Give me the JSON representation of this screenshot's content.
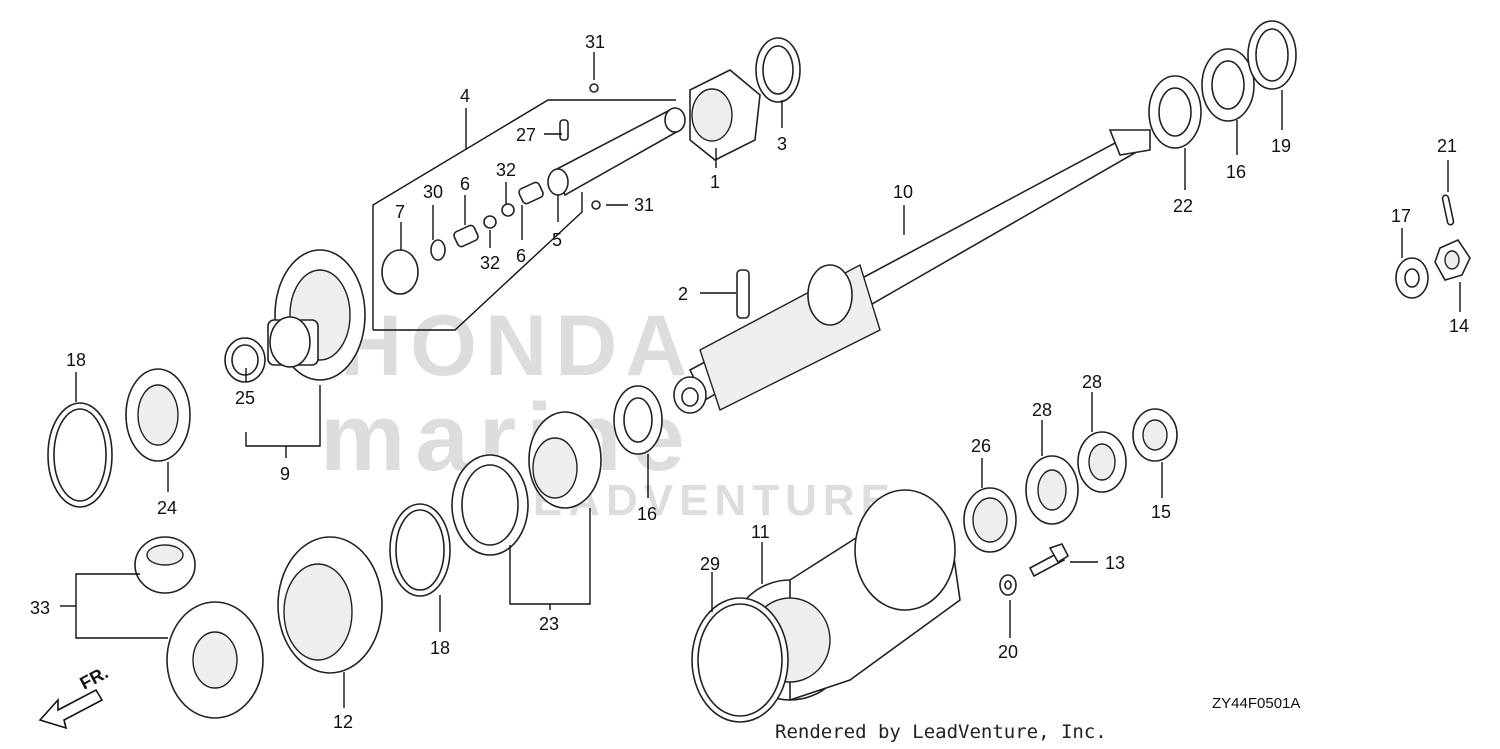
{
  "diagram_code": "ZY44F0501A",
  "credit": "Rendered by LeadVenture, Inc.",
  "watermark": {
    "line1": "HONDA",
    "line2": "marine",
    "line3": "LEADVENTURE"
  },
  "direction_label": "FR.",
  "callouts": {
    "c31a": "31",
    "c4": "4",
    "c27": "27",
    "c32a": "32",
    "c30": "30",
    "c6a": "6",
    "c7": "7",
    "c32b": "32",
    "c6b": "6",
    "c5": "5",
    "c31b": "31",
    "c1": "1",
    "c3": "3",
    "c10": "10",
    "c22": "22",
    "c16a": "16",
    "c19": "19",
    "c21": "21",
    "c17": "17",
    "c14": "14",
    "c2": "2",
    "c18a": "18",
    "c25": "25",
    "c24": "24",
    "c9": "9",
    "c16b": "16",
    "c26": "26",
    "c28a": "28",
    "c28b": "28",
    "c15": "15",
    "c33": "33",
    "c12": "12",
    "c18b": "18",
    "c23": "23",
    "c29": "29",
    "c11": "11",
    "c13": "13",
    "c20": "20"
  }
}
